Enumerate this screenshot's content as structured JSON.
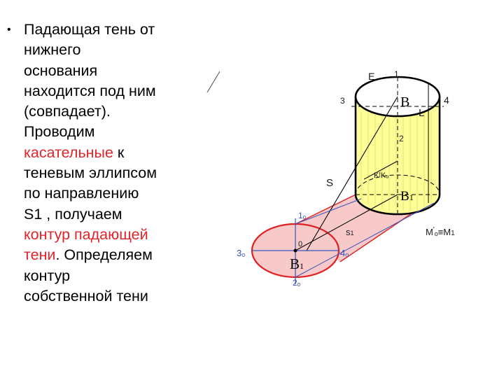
{
  "text": {
    "bullet": "•",
    "lines": [
      {
        "parts": [
          {
            "t": "Падающая тень от"
          }
        ]
      },
      {
        "parts": [
          {
            "t": "нижнего"
          }
        ]
      },
      {
        "parts": [
          {
            "t": "основания"
          }
        ]
      },
      {
        "parts": [
          {
            "t": "находится под ним"
          }
        ]
      },
      {
        "parts": [
          {
            "t": "(совпадает)."
          }
        ]
      },
      {
        "parts": [
          {
            "t": "Проводим"
          }
        ]
      },
      {
        "parts": [
          {
            "t": "касательные",
            "red": true
          },
          {
            "t": " к"
          }
        ]
      },
      {
        "parts": [
          {
            "t": "теневым эллипсом"
          }
        ]
      },
      {
        "parts": [
          {
            "t": "по направлению"
          }
        ]
      },
      {
        "parts": [
          {
            "t": "S1 , получаем"
          }
        ]
      },
      {
        "parts": [
          {
            "t": "контур падающей",
            "red": true
          }
        ]
      },
      {
        "parts": [
          {
            "t": "тени",
            "red": true
          },
          {
            "t": ". Определяем"
          }
        ]
      },
      {
        "parts": [
          {
            "t": "контур"
          }
        ]
      },
      {
        "parts": [
          {
            "t": "собственной тени"
          }
        ]
      }
    ]
  },
  "colors": {
    "text": "#000000",
    "highlight": "#e3242b",
    "shadow_fill": "#f7c9c9",
    "shadow_outline": "#e02020",
    "cylinder_light": "#ffff99",
    "construction_blue": "#3a52b8"
  },
  "diagram": {
    "labels": {
      "E": "E",
      "p1": "1",
      "p3": "3",
      "p4": "4",
      "B_top": "B",
      "L": "L",
      "p2": "2",
      "S": "S",
      "K": "KᶠKₒ",
      "B1": "B",
      "B1_sub": "1",
      "M": "M",
      "M_sup": "'",
      "M_rest": "ₒ≡M",
      "M_sub": "1",
      "one_o": "1ₒ",
      "three_o": "3ₒ",
      "zero_sup": "0",
      "four_o": "4ₒ",
      "s1": "s",
      "s1_sub": "1",
      "B_bottom": "B",
      "B_bottom_sup": "0",
      "B_bottom_sub": "1",
      "two_o": "2ₒ"
    }
  }
}
